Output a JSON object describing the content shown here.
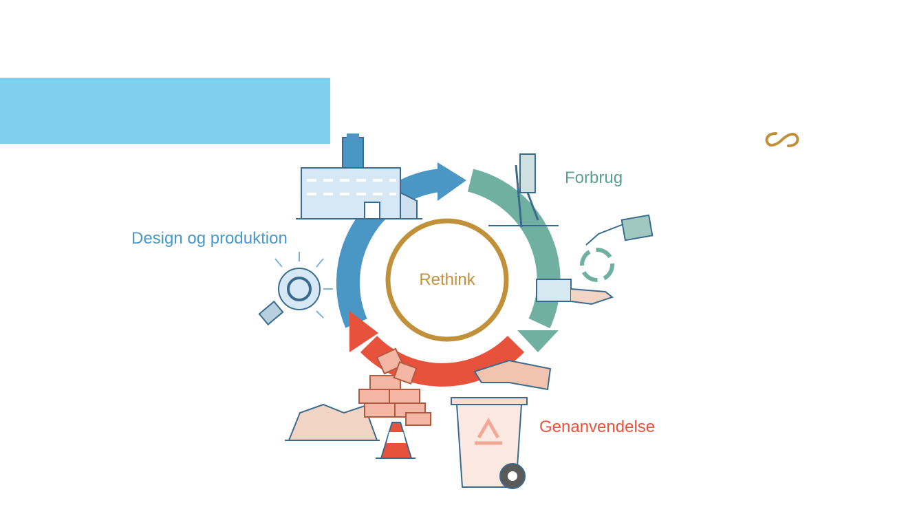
{
  "diagram": {
    "center_label": "Rethink",
    "stages": [
      {
        "label": "Design og produktion",
        "color": "#4a97c6"
      },
      {
        "label": "Forbrug",
        "color": "#5a9e8e"
      },
      {
        "label": "Genanvendelse",
        "color": "#e8523d"
      }
    ],
    "center_color": "#c0913a"
  },
  "icons": {
    "logo": "infinity-link-icon",
    "factory": "factory-icon",
    "lightbulb": "lightbulb-icon",
    "tools": "tools-icon",
    "hands": "hands-exchange-icon",
    "bin": "recycle-bin-icon",
    "bricks": "bricks-rubble-icon",
    "cone": "traffic-cone-icon"
  },
  "colors": {
    "band": "#7fcfee",
    "accent_gold": "#c0913a"
  }
}
